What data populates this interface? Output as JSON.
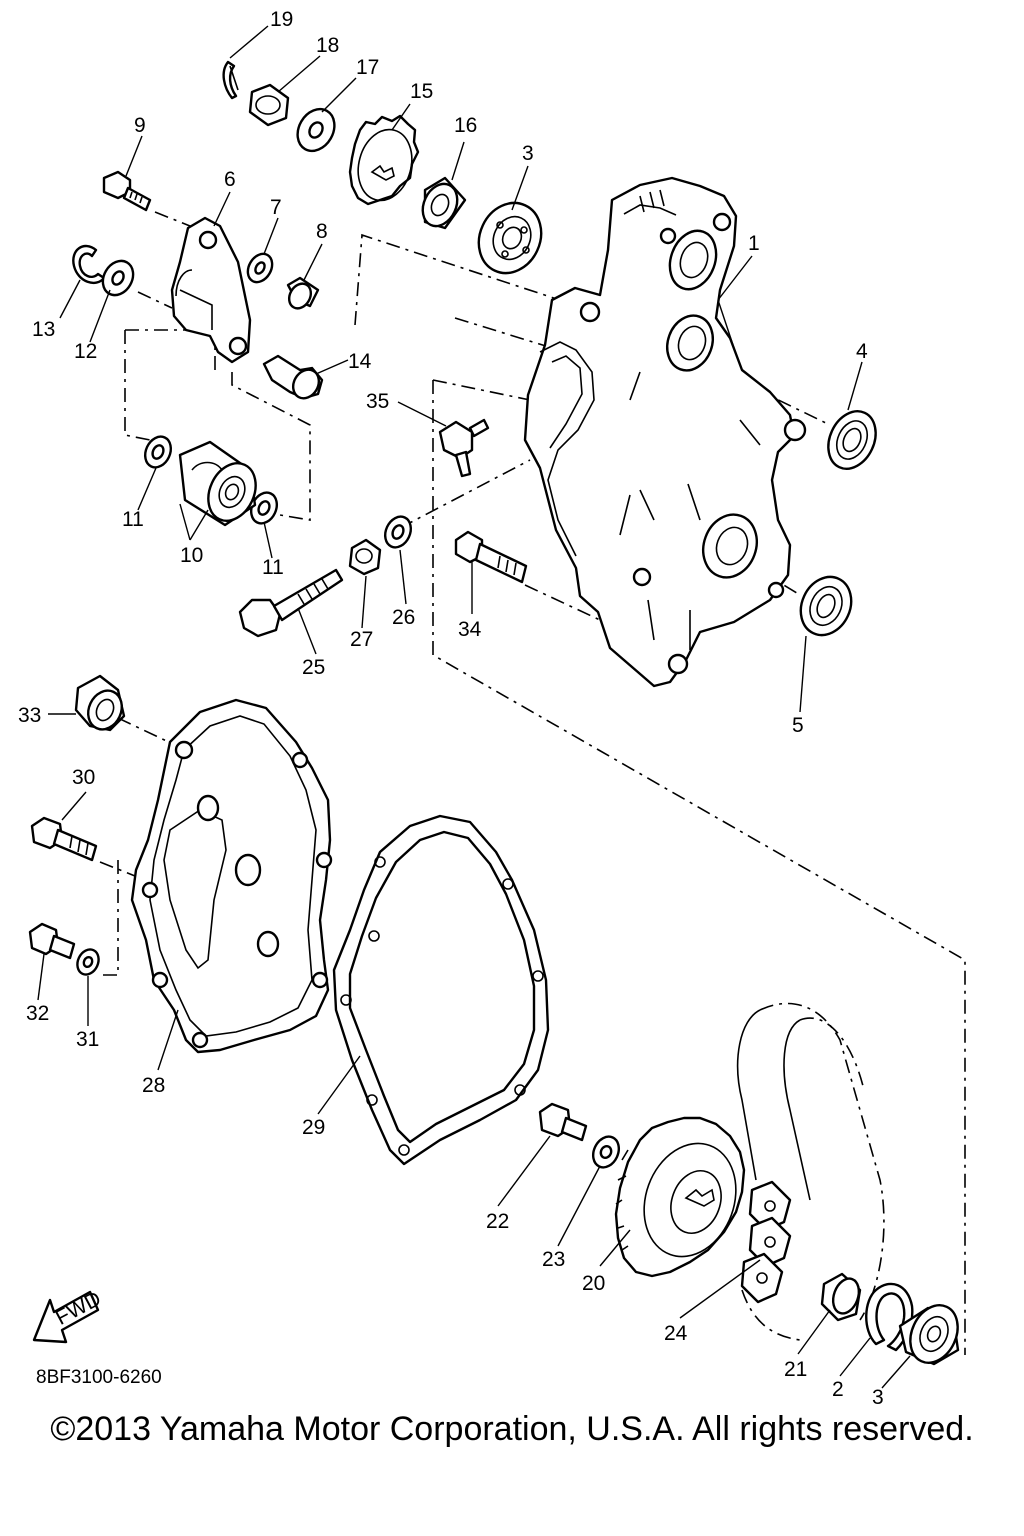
{
  "diagram": {
    "callouts": [
      "19",
      "18",
      "17",
      "15",
      "16",
      "3",
      "9",
      "6",
      "7",
      "8",
      "1",
      "13",
      "12",
      "14",
      "4",
      "35",
      "11",
      "10",
      "11",
      "25",
      "27",
      "26",
      "34",
      "5",
      "33",
      "30",
      "32",
      "31",
      "28",
      "29",
      "22",
      "23",
      "20",
      "24",
      "21",
      "2",
      "3"
    ],
    "fwd_label": "FWD",
    "part_code": "8BF3100-6260"
  },
  "footer": {
    "copyright": "©2013 Yamaha Motor Corporation, U.S.A. All rights reserved."
  }
}
